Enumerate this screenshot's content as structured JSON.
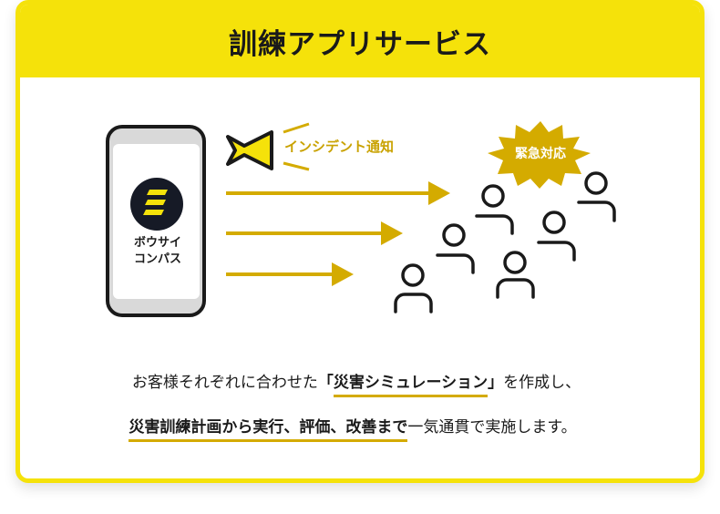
{
  "header": {
    "title": "訓練アプリサービス"
  },
  "illustration": {
    "app_name_line1": "ボウサイ",
    "app_name_line2": "コンパス",
    "notification_label": "インシデント通知",
    "emergency_label": "緊急対応",
    "accent_color": "#d4ab00",
    "brand_yellow": "#f5e20a"
  },
  "description": {
    "line1_prefix": "お客様それぞれに合わせた",
    "line1_open": "「",
    "line1_highlight": "災害シミュレーション",
    "line1_close": "」",
    "line1_suffix": "を作成し、",
    "line2_highlight": "災害訓練計画から実行、評価、改善まで",
    "line2_suffix": "一気通貫で実施します。"
  }
}
